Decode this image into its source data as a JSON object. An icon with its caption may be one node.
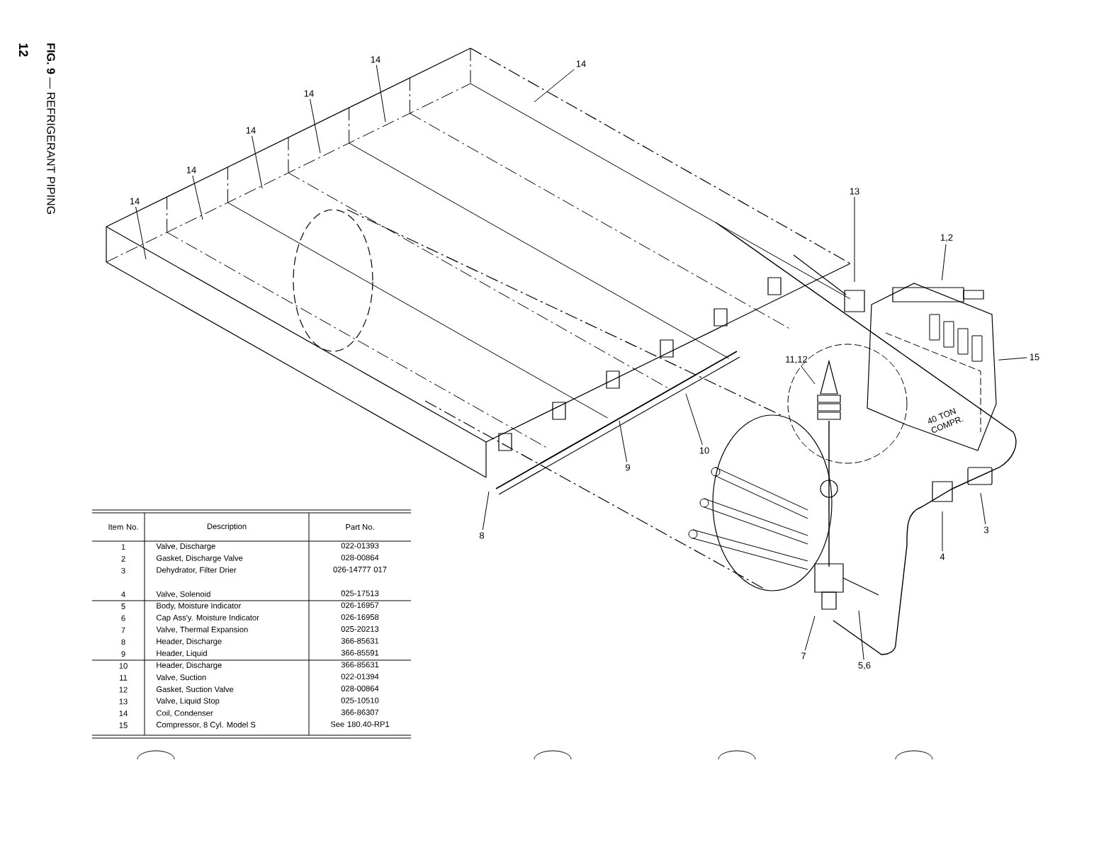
{
  "diagram": {
    "title": "**FIG. 9** — REFRIGERANT PIPING",
    "nodes": [
      {
        "text": [
          "14"
        ]
      },
      {
        "text": [
          "14"
        ]
      },
      {
        "text": [
          "14"
        ]
      },
      {
        "text": [
          "14"
        ]
      },
      {
        "text": [
          "14"
        ]
      },
      {
        "text": [
          "14"
        ]
      },
      {
        "text": [
          "13"
        ]
      },
      {
        "text": [
          "1,2"
        ]
      },
      {
        "text": [
          "11,12"
        ]
      },
      {
        "text": [
          "15"
        ]
      },
      {
        "text": [
          "10"
        ]
      },
      {
        "text": [
          "9"
        ]
      },
      {
        "text": [
          "8"
        ]
      },
      {
        "text": [
          "3"
        ]
      },
      {
        "text": [
          "4"
        ]
      },
      {
        "text": [
          "7"
        ]
      },
      {
        "text": [
          "5,6"
        ]
      },
      {
        "text": [
          "40 TON COMPR."
        ]
      }
    ],
    "edges": [
      {
        "from": 0,
        "to": null,
        "arrow": "none"
      },
      {
        "from": 1,
        "to": null,
        "arrow": "none"
      },
      {
        "from": 2,
        "to": null,
        "arrow": "none"
      },
      {
        "from": 3,
        "to": null,
        "arrow": "none"
      },
      {
        "from": 4,
        "to": null,
        "arrow": "none"
      },
      {
        "from": 5,
        "to": null,
        "arrow": "none"
      },
      {
        "from": 6,
        "to": null,
        "arrow": "none"
      },
      {
        "from": 7,
        "to": 17,
        "arrow": "none"
      },
      {
        "from": 8,
        "to": null,
        "arrow": "none"
      },
      {
        "from": 9,
        "to": 17,
        "arrow": "none"
      },
      {
        "from": 10,
        "to": null,
        "arrow": "none"
      },
      {
        "from": 11,
        "to": null,
        "arrow": "none"
      },
      {
        "from": 12,
        "to": null,
        "arrow": "none"
      },
      {
        "from": 13,
        "to": null,
        "arrow": "none"
      },
      {
        "from": 14,
        "to": null,
        "arrow": "none"
      },
      {
        "from": 15,
        "to": null,
        "arrow": "none"
      },
      {
        "from": 16,
        "to": null,
        "arrow": "none"
      }
    ],
    "labels": [
      "12",
      "Item No.",
      "Description",
      "Part No.",
      "1",
      "Valve, Discharge",
      "022-01393",
      "2",
      "Gasket, Discharge Valve",
      "028-00864",
      "3",
      "Dehydrator, Filter Drier",
      "026-14777 017",
      "4",
      "Valve, Solenoid",
      "025-17513",
      "5",
      "Body, Moisture Indicator",
      "026-16957",
      "6",
      "Cap Ass'y. Moisture Indicator",
      "026-16958",
      "7",
      "Valve, Thermal Expansion",
      "025-20213",
      "8",
      "Header, Discharge",
      "366-85631",
      "9",
      "Header, Liquid",
      "366-85591",
      "10",
      "Header, Discharge",
      "366-85631",
      "11",
      "Valve, Suction",
      "022-01394",
      "12",
      "Gasket, Suction Valve",
      "028-00864",
      "13",
      "Valve, Liquid Stop",
      "025-10510",
      "14",
      "Coil, Condenser",
      "366-86307",
      "15",
      "Compressor, 8 Cyl. Model S",
      "See 180.40-RP1"
    ]
  }
}
